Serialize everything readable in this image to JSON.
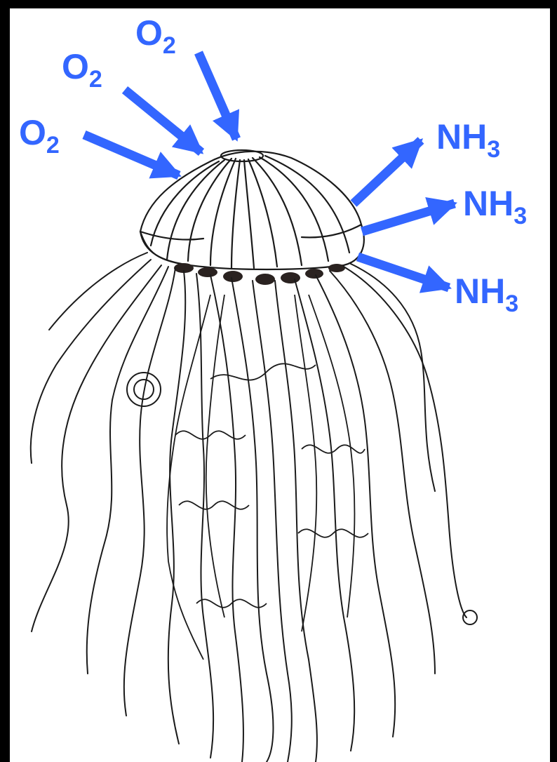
{
  "colors": {
    "arrow": "#3366ff",
    "frame": "#000000",
    "background": "#ffffff",
    "drawing": "#1a1a1a"
  },
  "labels": {
    "o2_top": {
      "base": "O",
      "sub": "2"
    },
    "o2_mid": {
      "base": "O",
      "sub": "2"
    },
    "o2_low": {
      "base": "O",
      "sub": "2"
    },
    "nh3_top": {
      "base": "NH",
      "sub": "3"
    },
    "nh3_mid": {
      "base": "NH",
      "sub": "3"
    },
    "nh3_low": {
      "base": "NH",
      "sub": "3"
    }
  }
}
